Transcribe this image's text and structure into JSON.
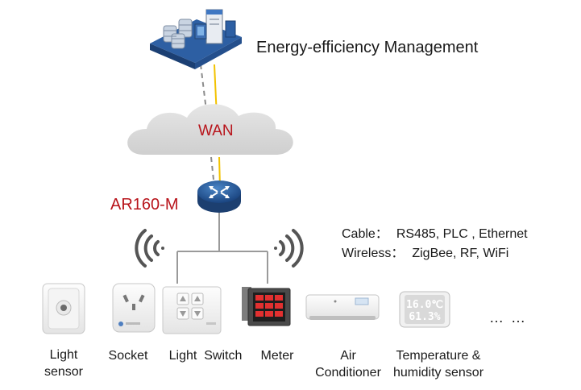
{
  "title": "Energy-efficiency Management",
  "wan_label": "WAN",
  "router_label": "AR160-M",
  "connections": {
    "cable_label": "Cable：",
    "cable_value": "RS485, PLC , Ethernet",
    "wireless_label": "Wireless：",
    "wireless_value": "ZigBee, RF, WiFi"
  },
  "devices": [
    {
      "line1": "Light",
      "line2": "sensor"
    },
    {
      "line1": "Socket",
      "line2": ""
    },
    {
      "line1": "Light  Switch",
      "line2": ""
    },
    {
      "line1": "Meter",
      "line2": ""
    },
    {
      "line1": "Air",
      "line2": "Conditioner"
    },
    {
      "line1": "Temperature &",
      "line2": "humidity sensor"
    }
  ],
  "ellipsis": "… …",
  "display": {
    "temperature": "16.0℃",
    "humidity": "61.3%"
  },
  "colors": {
    "accent_red": "#b8141b",
    "fiber_yellow": "#f2c200",
    "link_gray": "#8c8c8c"
  }
}
